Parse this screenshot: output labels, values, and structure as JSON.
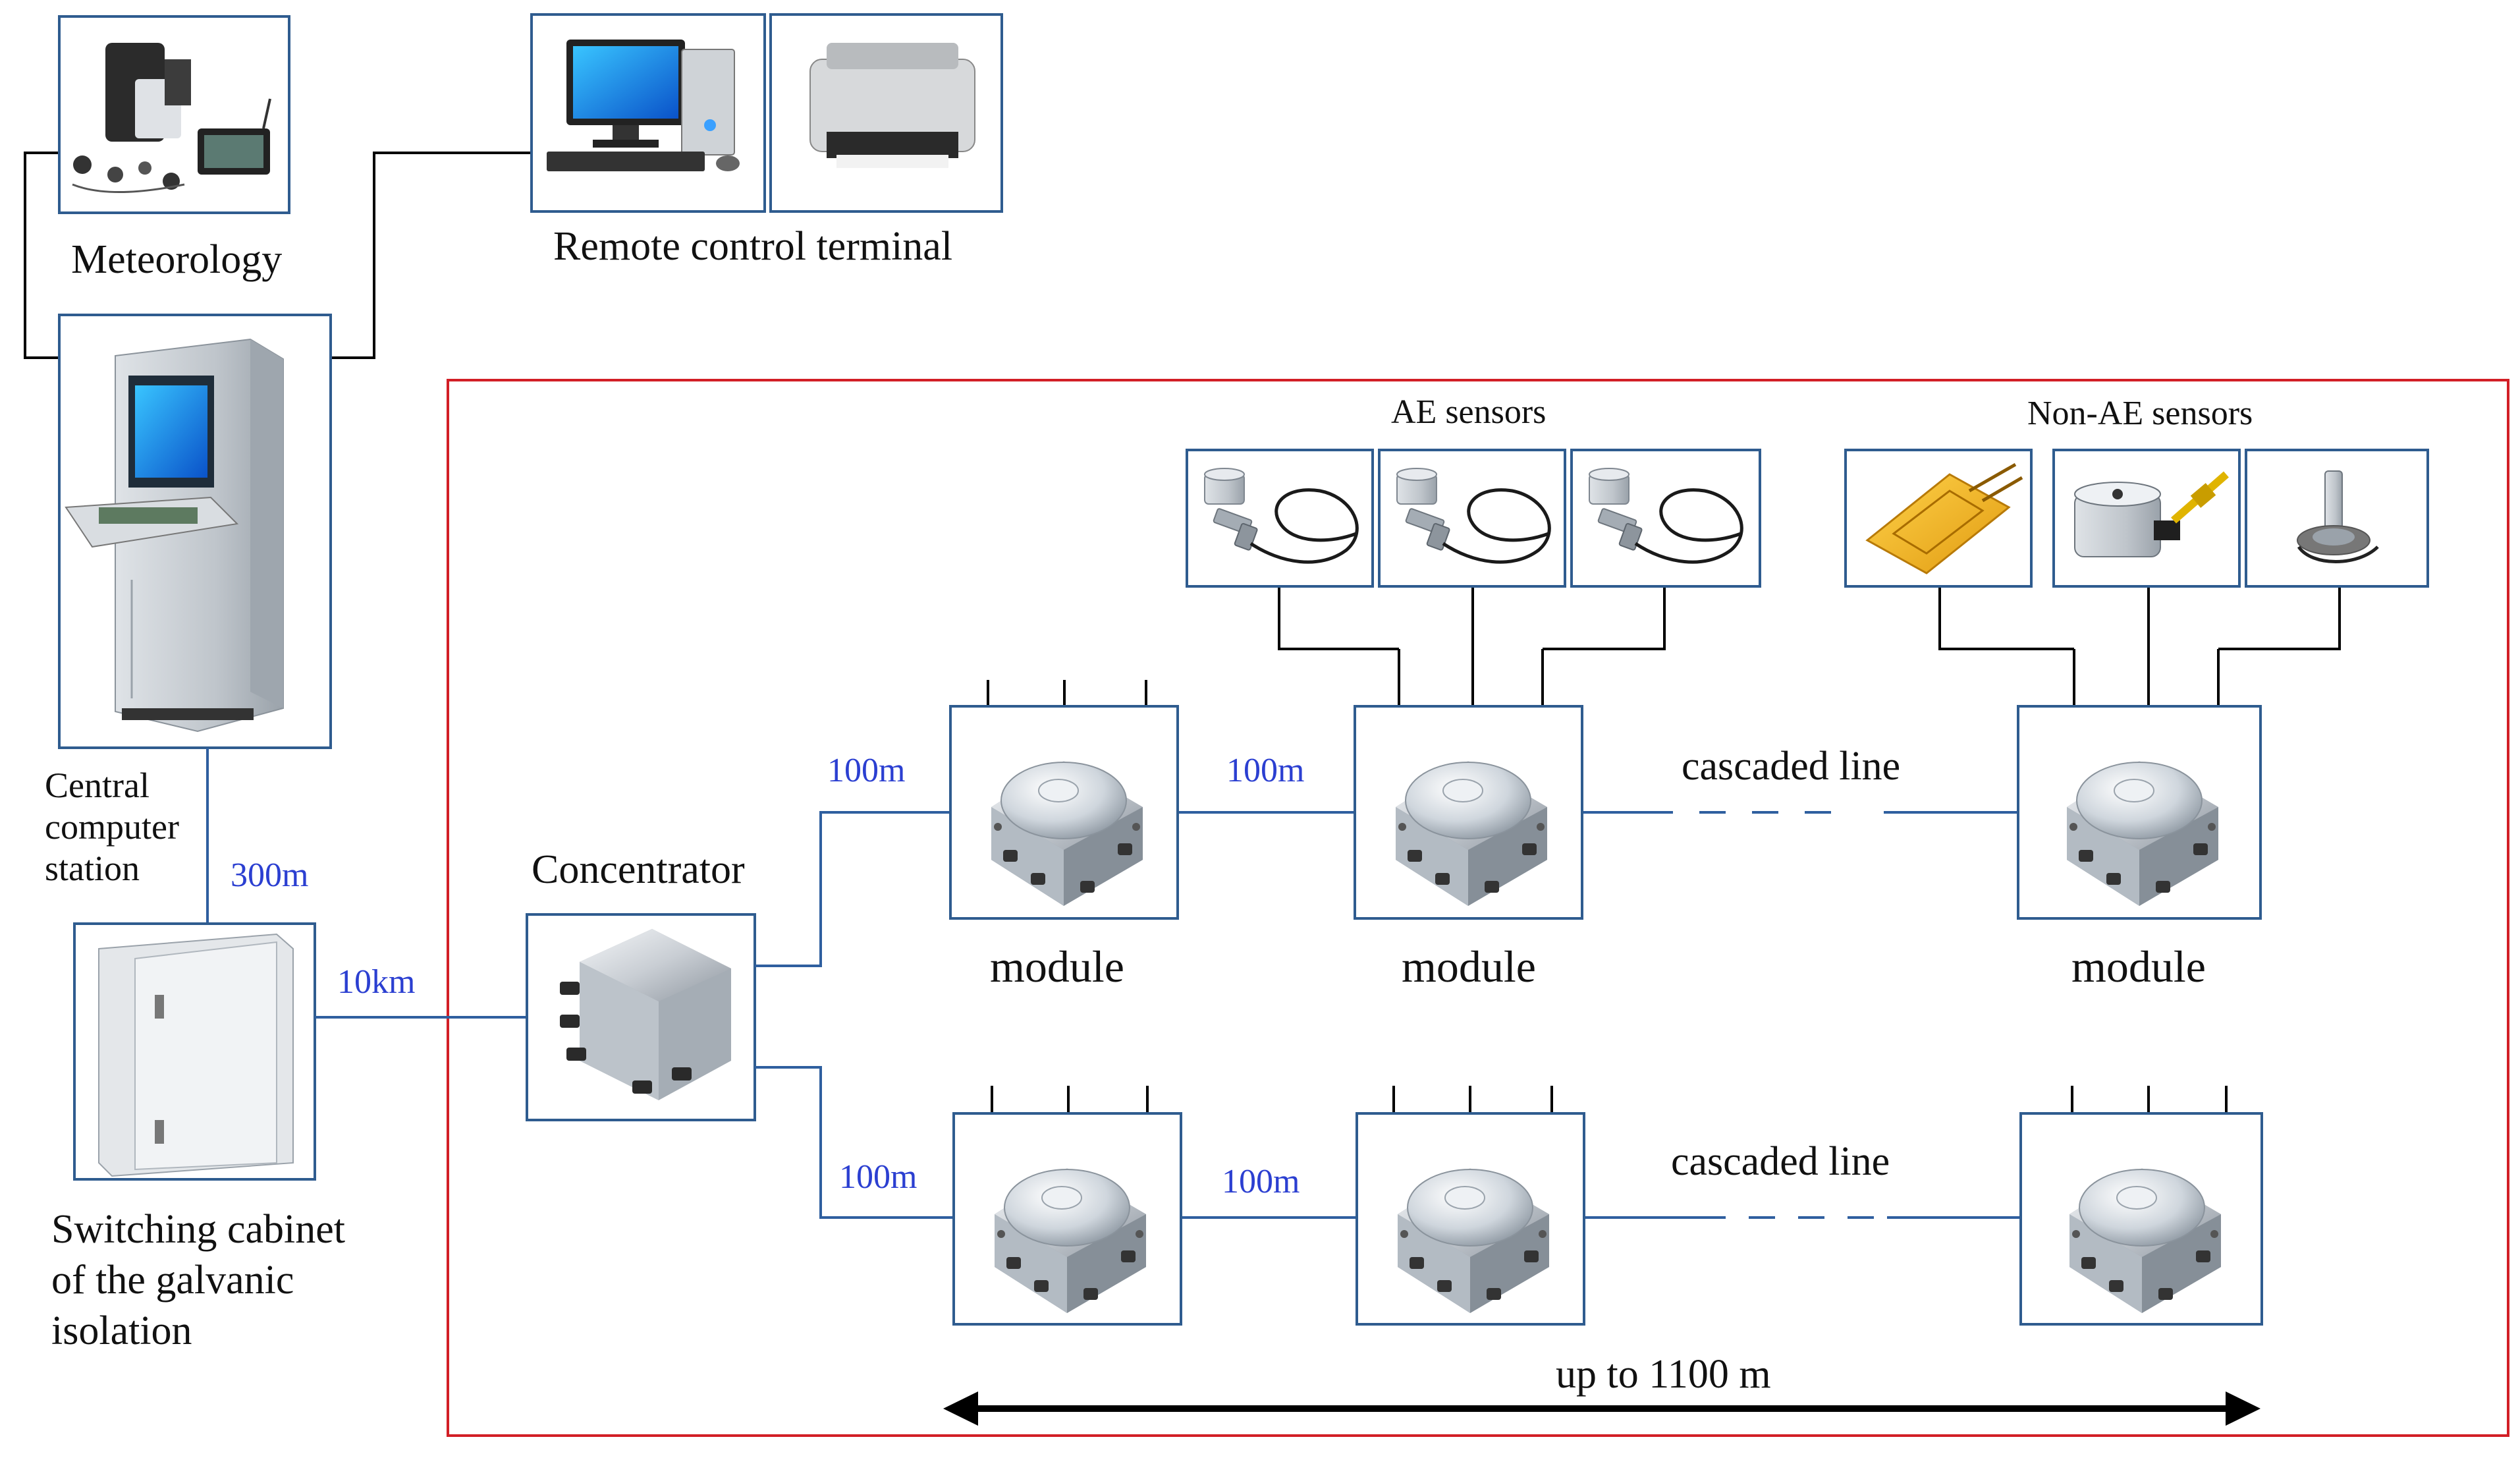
{
  "labels": {
    "meteorology": "Meteorology",
    "remote_terminal": "Remote control terminal",
    "central_line1": "Central",
    "central_line2": "computer",
    "central_line3": "station",
    "switching_line1": "Switching cabinet",
    "switching_line2": "of the galvanic",
    "switching_line3": "isolation",
    "concentrator": "Concentrator",
    "ae_sensors": "AE sensors",
    "non_ae_sensors": "Non-AE sensors",
    "module": "module",
    "cascaded_line": "cascaded line",
    "span": "up to 1100 m"
  },
  "distances": {
    "central_to_cabinet": "300m",
    "cabinet_to_concentrator": "10km",
    "conc_to_row1": "100m",
    "row1_module_link": "100m",
    "conc_to_row2": "100m",
    "row2_module_link": "100m"
  },
  "colors": {
    "frame_red": "#d21f26",
    "box_border": "#2f5c8f",
    "link_blue": "#2f5f9f",
    "distance_text": "#2b3fd1",
    "wire_black": "#000000"
  },
  "icons": {
    "meteorology": "weather-station-icon",
    "computer": "desktop-computer-icon",
    "printer": "printer-icon",
    "central_station": "computer-kiosk-icon",
    "cabinet": "electrical-cabinet-icon",
    "concentrator": "junction-box-icon",
    "module": "module-enclosure-icon",
    "ae_sensor": "ae-sensor-icon",
    "strain_gauge": "strain-gauge-icon",
    "accelerometer": "accelerometer-icon",
    "displacement": "displacement-sensor-icon"
  }
}
